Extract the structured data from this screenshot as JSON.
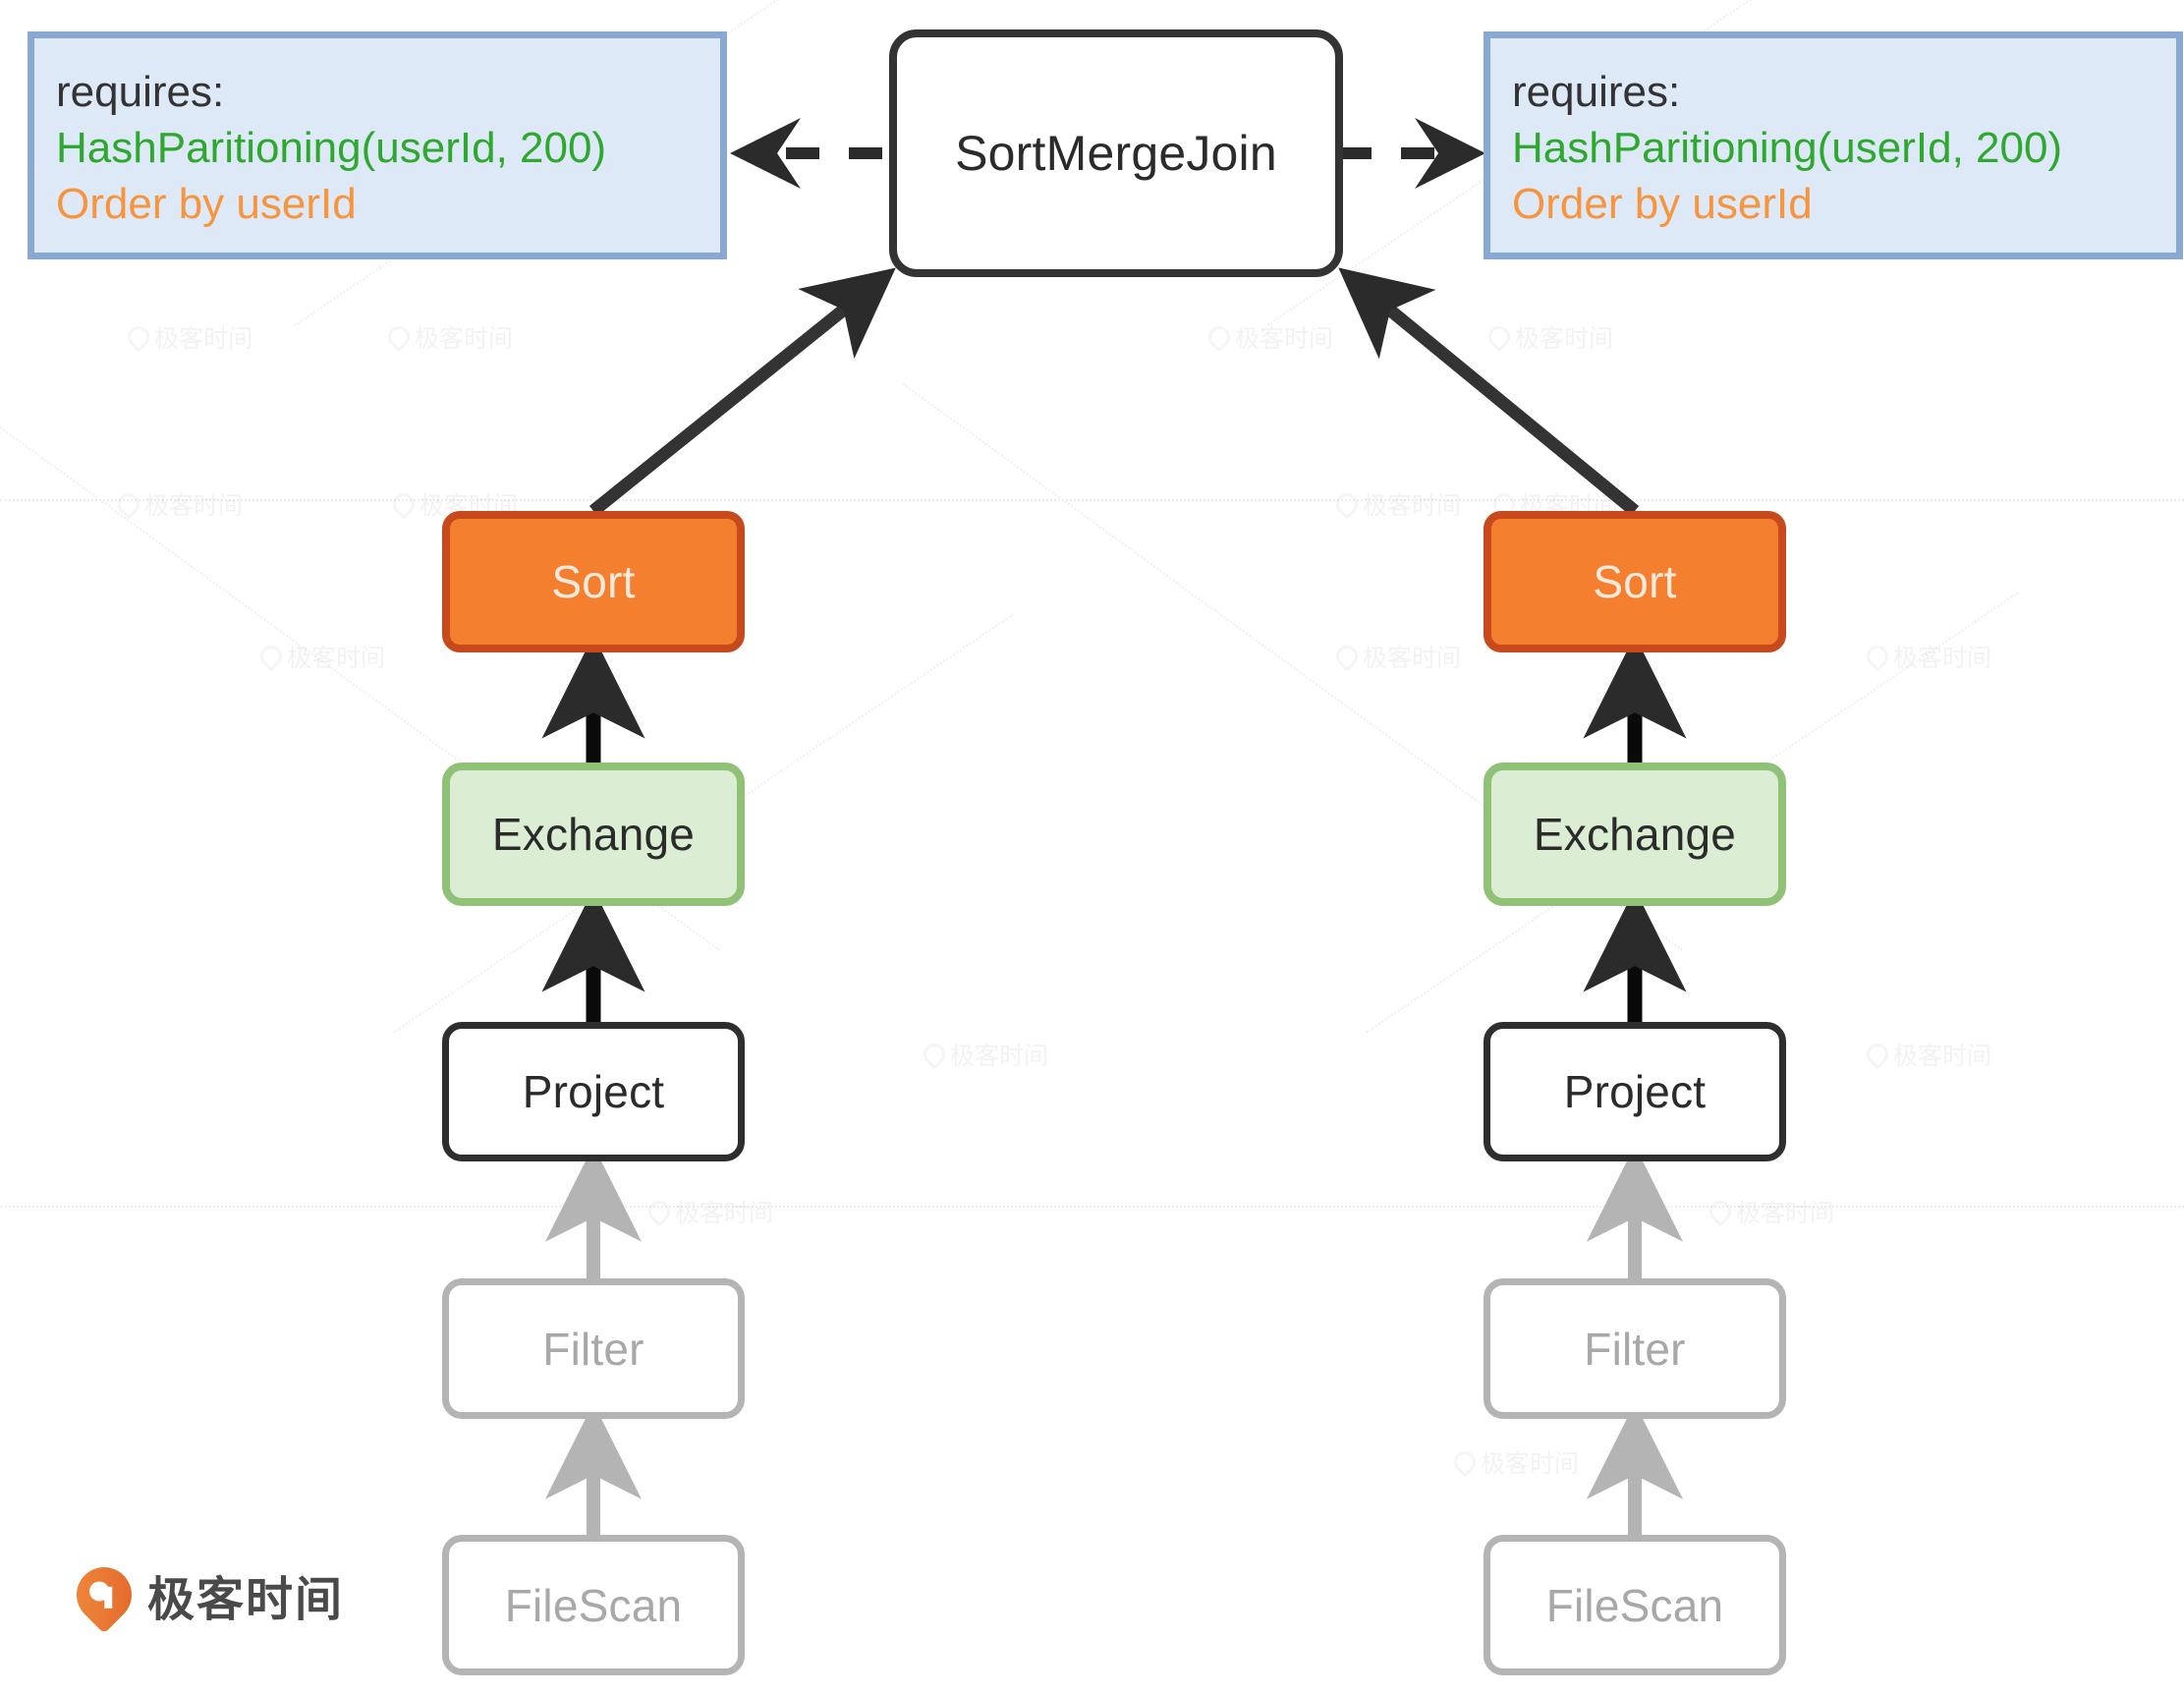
{
  "diagram": {
    "title": "Spark SortMergeJoin physical plan with required distribution and ordering",
    "colors": {
      "sort_fill": "#f4802f",
      "sort_border": "#c8491b",
      "sort_text": "#fdeade",
      "exchange_fill": "#dbedd3",
      "exchange_border": "#8fc277",
      "annotation_fill": "#dee9f8",
      "annotation_border": "#8aa9d2",
      "requires_green": "#2fa82f",
      "order_orange": "#f7943e",
      "node_dark": "#2e2e2e",
      "muted_grey": "#b4b4b4"
    }
  },
  "annotations": {
    "left": {
      "title": "requires:",
      "partitioning": "HashParitioning(userId, 200)",
      "ordering": "Order by userId"
    },
    "right": {
      "title": "requires:",
      "partitioning": "HashParitioning(userId, 200)",
      "ordering": "Order by userId"
    }
  },
  "nodes": {
    "join": {
      "label": "SortMergeJoin"
    },
    "left_branch": [
      {
        "id": "sort-left",
        "label": "Sort",
        "style": "sort"
      },
      {
        "id": "exchange-left",
        "label": "Exchange",
        "style": "exchange"
      },
      {
        "id": "project-left",
        "label": "Project",
        "style": "plain"
      },
      {
        "id": "filter-left",
        "label": "Filter",
        "style": "muted"
      },
      {
        "id": "filescan-left",
        "label": "FileScan",
        "style": "muted"
      }
    ],
    "right_branch": [
      {
        "id": "sort-right",
        "label": "Sort",
        "style": "sort"
      },
      {
        "id": "exchange-right",
        "label": "Exchange",
        "style": "exchange"
      },
      {
        "id": "project-right",
        "label": "Project",
        "style": "plain"
      },
      {
        "id": "filter-right",
        "label": "Filter",
        "style": "muted"
      },
      {
        "id": "filescan-right",
        "label": "FileScan",
        "style": "muted"
      }
    ]
  },
  "branding": {
    "logo_text": "极客时间",
    "watermark_text": "极客时间"
  }
}
